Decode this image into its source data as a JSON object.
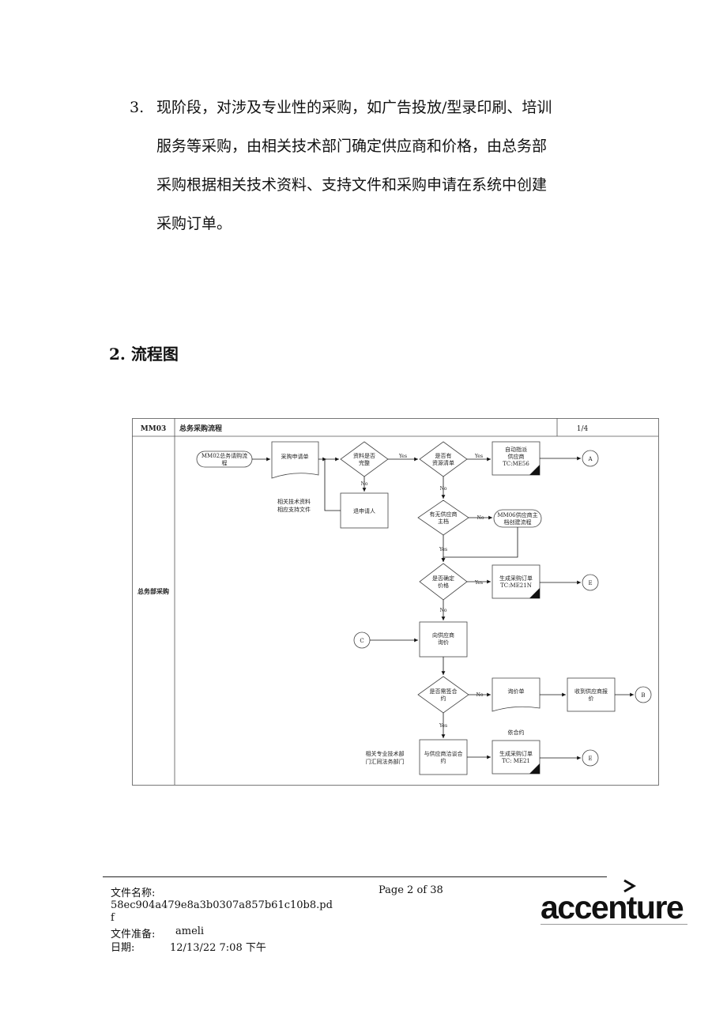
{
  "paragraph": {
    "number": "3.",
    "lines": [
      "现阶段，对涉及专业性的采购，如广告投放/型录印刷、培训",
      "服务等采购，由相关技术部门确定供应商和价格，由总务部",
      "采购根据相关技术资料、支持文件和采购申请在系统中创建",
      "采购订单。"
    ]
  },
  "section_heading": "2. 流程图",
  "flowchart": {
    "code": "MM03",
    "title": "总务采购流程",
    "page": "1/4",
    "lane": "总务部采购",
    "nodes": {
      "start_1": "MM02总务请购流",
      "start_2": "程",
      "purchase_request": "采购申请单",
      "complete_1": "资料是否",
      "complete_2": "完整",
      "source_1": "是否有",
      "source_2": "资源清单",
      "auto_1": "自动指派",
      "auto_2": "供应商",
      "auto_3": "TC:ME56",
      "return": "退申请人",
      "tech_docs_1": "相关技术资料",
      "tech_docs_2": "相应支持文件",
      "master_1": "有无供应商",
      "master_2": "主档",
      "mm06_1": "MM06供应商主",
      "mm06_2": "档创建流程",
      "price_1": "是否确定",
      "price_2": "价格",
      "po1_1": "生成采购订单",
      "po1_2": "TC:ME21N",
      "inquiry_1": "向供应商",
      "inquiry_2": "询价",
      "contract_1": "是否需签合",
      "contract_2": "约",
      "quote_doc": "询价单",
      "receive_1": "收到供应商报",
      "receive_2": "价",
      "by_contract": "依合约",
      "tech_dept_1": "相关专业技术部",
      "tech_dept_2": "门汇同法务部门",
      "negotiate_1": "与供应商洽谈合",
      "negotiate_2": "约",
      "po2_1": "生成采购订单",
      "po2_2": "TC: ME21"
    },
    "connectors": {
      "a": "A",
      "e1": "E",
      "c": "C",
      "b": "B",
      "e2": "E"
    },
    "labels": {
      "yes": "Yes",
      "no": "No"
    }
  },
  "footer": {
    "file_name_label": "文件名称:",
    "file_name_1": "58ec904a479e8a3b0307a857b61c10b8.pd",
    "file_name_2": "f",
    "prepared_label": "文件准备:",
    "prepared_value": "ameli",
    "date_label": "日期:",
    "date_value": "12/13/22 7:08 下午",
    "page": "Page 2 of 38"
  },
  "logo_text": "accenture"
}
